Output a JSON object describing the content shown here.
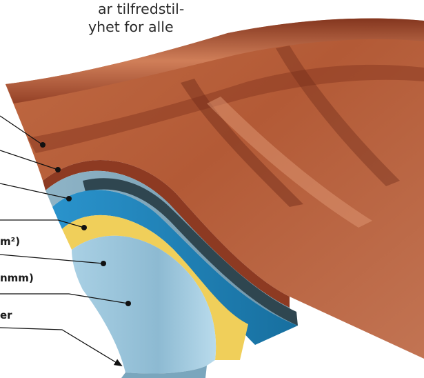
{
  "intro_text": {
    "line1": "ar tilfredstil-",
    "line2": "yhet for alle"
  },
  "layer_labels": [
    {
      "text": "m²)"
    },
    {
      "text": "nmm)"
    },
    {
      "text": "er"
    }
  ],
  "colors": {
    "tile_copper": "#b5613d",
    "tile_shadow": "#6e2a18",
    "tile_highlight": "#d9855c",
    "zinc_grey_blue": "#7fa7bd",
    "dark_steel": "#2f4650",
    "blue_coating": "#1f86bf",
    "yellow_primer": "#f0cf5a",
    "light_blue_base": "#9cc6dd",
    "leader_line": "#111111"
  }
}
